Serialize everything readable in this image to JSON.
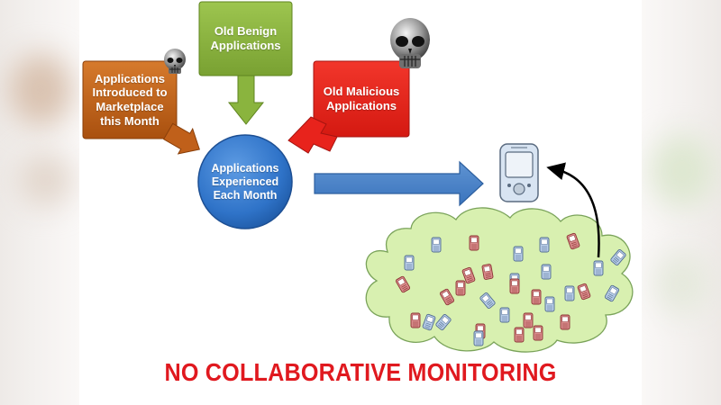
{
  "boxes": {
    "new_apps": "Applications\nIntroduced to\nMarketplace\nthis Month",
    "old_benign": "Old Benign\nApplications",
    "old_malicious": "Old Malicious\nApplications",
    "experienced": "Applications\nExperienced\nEach Month"
  },
  "title": "NO COLLABORATIVE MONITORING",
  "icons": [
    "skull-icon",
    "pda-phone-icon",
    "phone-icon"
  ],
  "colors": {
    "orange": "#c0601a",
    "green": "#8ab43e",
    "red": "#e8231c",
    "blue": "#2f73c8",
    "cloud": "#d8f0b0",
    "title": "#e0191f",
    "malicious_phone": "#d98b8b",
    "benign_phone": "#b8cde8"
  },
  "phones": [
    {
      "type": "benign"
    },
    {
      "type": "malicious"
    },
    {
      "type": "benign"
    },
    {
      "type": "benign"
    },
    {
      "type": "malicious"
    },
    {
      "type": "benign"
    },
    {
      "type": "benign"
    },
    {
      "type": "malicious"
    },
    {
      "type": "malicious"
    },
    {
      "type": "benign"
    },
    {
      "type": "malicious"
    },
    {
      "type": "malicious"
    },
    {
      "type": "benign"
    },
    {
      "type": "malicious"
    },
    {
      "type": "malicious"
    },
    {
      "type": "benign"
    },
    {
      "type": "malicious"
    },
    {
      "type": "benign"
    },
    {
      "type": "malicious"
    },
    {
      "type": "benign"
    },
    {
      "type": "benign"
    },
    {
      "type": "benign"
    },
    {
      "type": "malicious"
    },
    {
      "type": "benign"
    },
    {
      "type": "malicious"
    },
    {
      "type": "malicious"
    },
    {
      "type": "benign"
    },
    {
      "type": "malicious"
    },
    {
      "type": "benign"
    },
    {
      "type": "malicious"
    },
    {
      "type": "benign"
    },
    {
      "type": "malicious"
    }
  ]
}
